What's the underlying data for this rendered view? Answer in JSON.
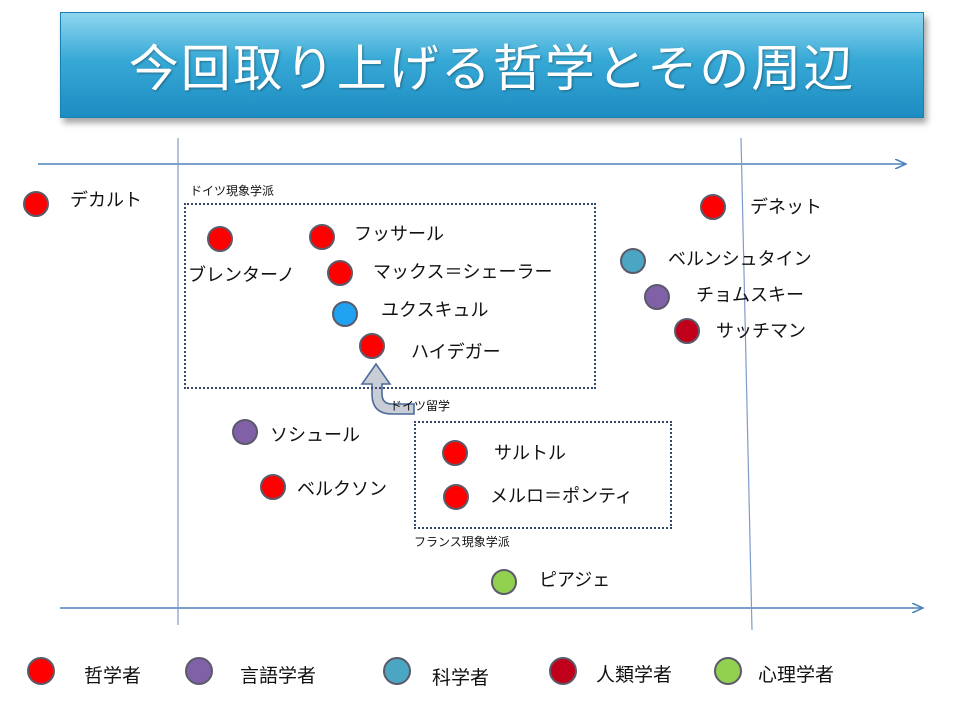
{
  "title": "今回取り上げる哲学とその周辺",
  "colors": {
    "philosopher": "#ff0000",
    "linguist": "#8061a8",
    "scientist": "#4aa6c2",
    "anthropologist": "#c0001a",
    "psychologist": "#92d050",
    "blue_figure": "#1fa3f0",
    "arrow_fill": "#c9ced6",
    "arrow_stroke": "#4d6a99",
    "axis": "#4f81bd"
  },
  "groups": {
    "german": "ドイツ現象学派",
    "french": "フランス現象学派",
    "arrow": "ドイツ留学"
  },
  "figures": [
    {
      "name": "デカルト",
      "category": "philosopher"
    },
    {
      "name": "ブレンターノ",
      "category": "philosopher"
    },
    {
      "name": "フッサール",
      "category": "philosopher"
    },
    {
      "name": "マックス＝シェーラー",
      "category": "philosopher"
    },
    {
      "name": "ユクスキュル",
      "category": "blue_figure"
    },
    {
      "name": "ハイデガー",
      "category": "philosopher"
    },
    {
      "name": "デネット",
      "category": "philosopher"
    },
    {
      "name": "ベルンシュタイン",
      "category": "scientist"
    },
    {
      "name": "チョムスキー",
      "category": "linguist"
    },
    {
      "name": "サッチマン",
      "category": "anthropologist"
    },
    {
      "name": "ソシュール",
      "category": "linguist"
    },
    {
      "name": "サルトル",
      "category": "philosopher"
    },
    {
      "name": "ベルクソン",
      "category": "philosopher"
    },
    {
      "name": "メルロ＝ポンティ",
      "category": "philosopher"
    },
    {
      "name": "ピアジェ",
      "category": "psychologist"
    }
  ],
  "legend": [
    {
      "label": "哲学者",
      "category": "philosopher"
    },
    {
      "label": "言語学者",
      "category": "linguist"
    },
    {
      "label": "科学者",
      "category": "scientist"
    },
    {
      "label": "人類学者",
      "category": "anthropologist"
    },
    {
      "label": "心理学者",
      "category": "psychologist"
    }
  ]
}
